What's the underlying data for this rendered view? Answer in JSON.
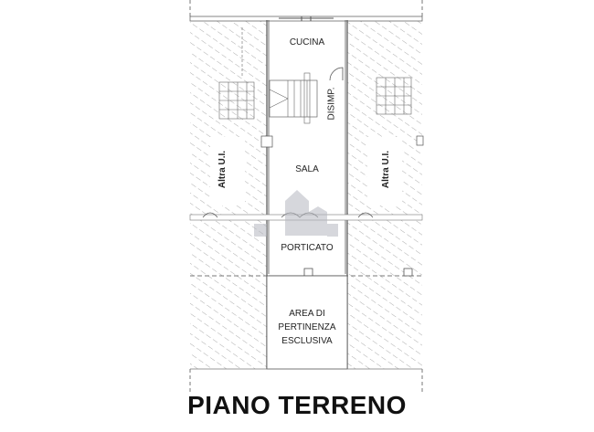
{
  "plan": {
    "title": "PIANO TERRENO",
    "rooms": {
      "cucina": "CUCINA",
      "disimp": "DISIMP.",
      "sala": "SALA",
      "porticato": "PORTICATO",
      "area_line1": "AREA DI",
      "area_line2": "PERTINENZA",
      "area_line3": "ESCLUSIVA"
    },
    "adjacent_units": {
      "left": "Altra U.I.",
      "right": "Altra U.I."
    }
  }
}
